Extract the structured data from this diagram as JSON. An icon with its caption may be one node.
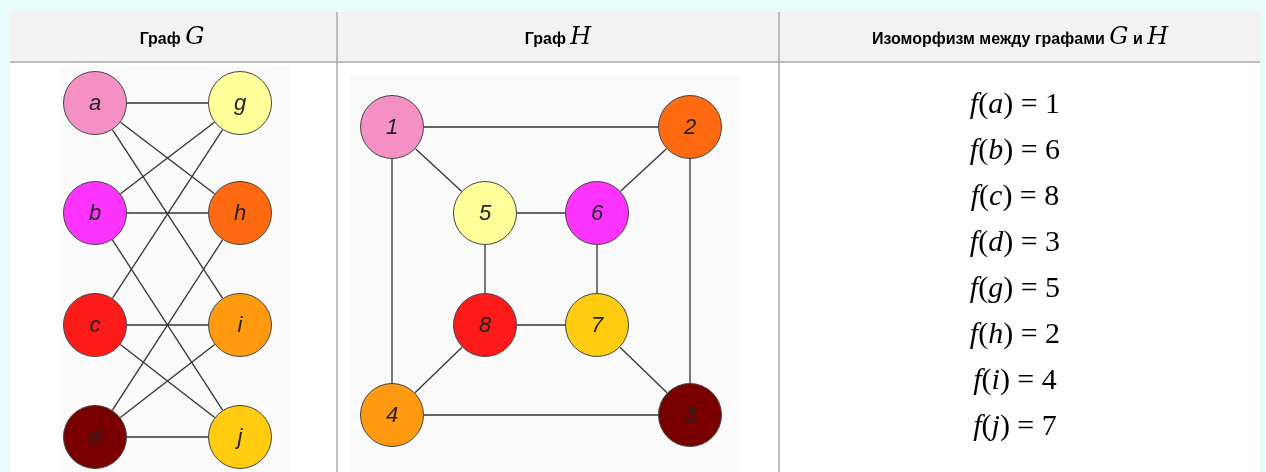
{
  "diagram": {
    "nodes": [
      {
        "text": [
          "a"
        ]
      },
      {
        "text": [
          "g"
        ]
      },
      {
        "text": [
          "b"
        ]
      },
      {
        "text": [
          "h"
        ]
      },
      {
        "text": [
          "c"
        ]
      },
      {
        "text": [
          "i"
        ]
      },
      {
        "text": [
          "d"
        ]
      },
      {
        "text": [
          "j"
        ]
      },
      {
        "text": [
          "1"
        ]
      },
      {
        "text": [
          "2"
        ]
      },
      {
        "text": [
          "5"
        ]
      },
      {
        "text": [
          "6"
        ]
      },
      {
        "text": [
          "8"
        ]
      },
      {
        "text": [
          "7"
        ]
      },
      {
        "text": [
          "4"
        ]
      },
      {
        "text": [
          "3"
        ]
      }
    ],
    "edges": [
      {
        "from": 0,
        "to": 1,
        "arrow": "none"
      },
      {
        "from": 0,
        "to": 3,
        "arrow": "none"
      },
      {
        "from": 0,
        "to": 5,
        "arrow": "none"
      },
      {
        "from": 2,
        "to": 1,
        "arrow": "none"
      },
      {
        "from": 2,
        "to": 3,
        "arrow": "none"
      },
      {
        "from": 2,
        "to": 7,
        "arrow": "none"
      },
      {
        "from": 4,
        "to": 1,
        "arrow": "none"
      },
      {
        "from": 4,
        "to": 5,
        "arrow": "none"
      },
      {
        "from": 4,
        "to": 7,
        "arrow": "none"
      },
      {
        "from": 6,
        "to": 3,
        "arrow": "none"
      },
      {
        "from": 6,
        "to": 5,
        "arrow": "none"
      },
      {
        "from": 6,
        "to": 7,
        "arrow": "none"
      },
      {
        "from": 8,
        "to": 9,
        "arrow": "none"
      },
      {
        "from": 8,
        "to": 10,
        "arrow": "none"
      },
      {
        "from": 8,
        "to": 14,
        "arrow": "none"
      },
      {
        "from": 9,
        "to": 11,
        "arrow": "none"
      },
      {
        "from": 9,
        "to": 15,
        "arrow": "none"
      },
      {
        "from": 10,
        "to": 11,
        "arrow": "none"
      },
      {
        "from": 10,
        "to": 12,
        "arrow": "none"
      },
      {
        "from": 11,
        "to": 13,
        "arrow": "none"
      },
      {
        "from": 12,
        "to": 13,
        "arrow": "none"
      },
      {
        "from": 12,
        "to": 14,
        "arrow": "none"
      },
      {
        "from": 13,
        "to": 15,
        "arrow": "none"
      },
      {
        "from": 14,
        "to": 15,
        "arrow": "none"
      }
    ],
    "labels": [
      "Граф *G*",
      "Граф *H*",
      "Изоморфизм между графами *G* и *H*",
      "*f*(*a*) = 1",
      "*f*(*b*) = 6",
      "*f*(*c*) = 8",
      "*f*(*d*) = 3",
      "*f*(*g*) = 5",
      "*f*(*h*) = 2",
      "*f*(*i*) = 4",
      "*f*(*j*) = 7"
    ]
  }
}
